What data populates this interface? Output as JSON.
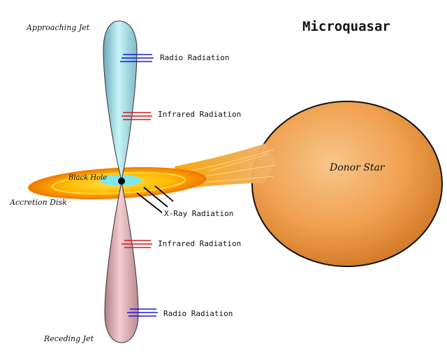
{
  "title": "Microquasar",
  "labels": {
    "approaching_jet": "Approaching Jet",
    "receding_jet": "Receding Jet",
    "accretion_disk": "Accretion Disk",
    "black_hole": "Black Hole",
    "donor_star": "Donor Star",
    "radio_top": "Radio Radiation",
    "infrared_top": "Infrared Radiation",
    "xray": "X-Ray Radiation",
    "infrared_bottom": "Infrared Radiation",
    "radio_bottom": "Radio Radiation"
  },
  "colors": {
    "radio_lines": "#1a1ad0",
    "infrared_lines": "#d01a1a",
    "xray_lines": "#000000",
    "approaching_jet": "#9fd8e8",
    "receding_jet": "#e6b3b8",
    "donor_star": "#f0a050",
    "disk_core": "#7fe6f0",
    "disk_outer": "#f5a000"
  }
}
